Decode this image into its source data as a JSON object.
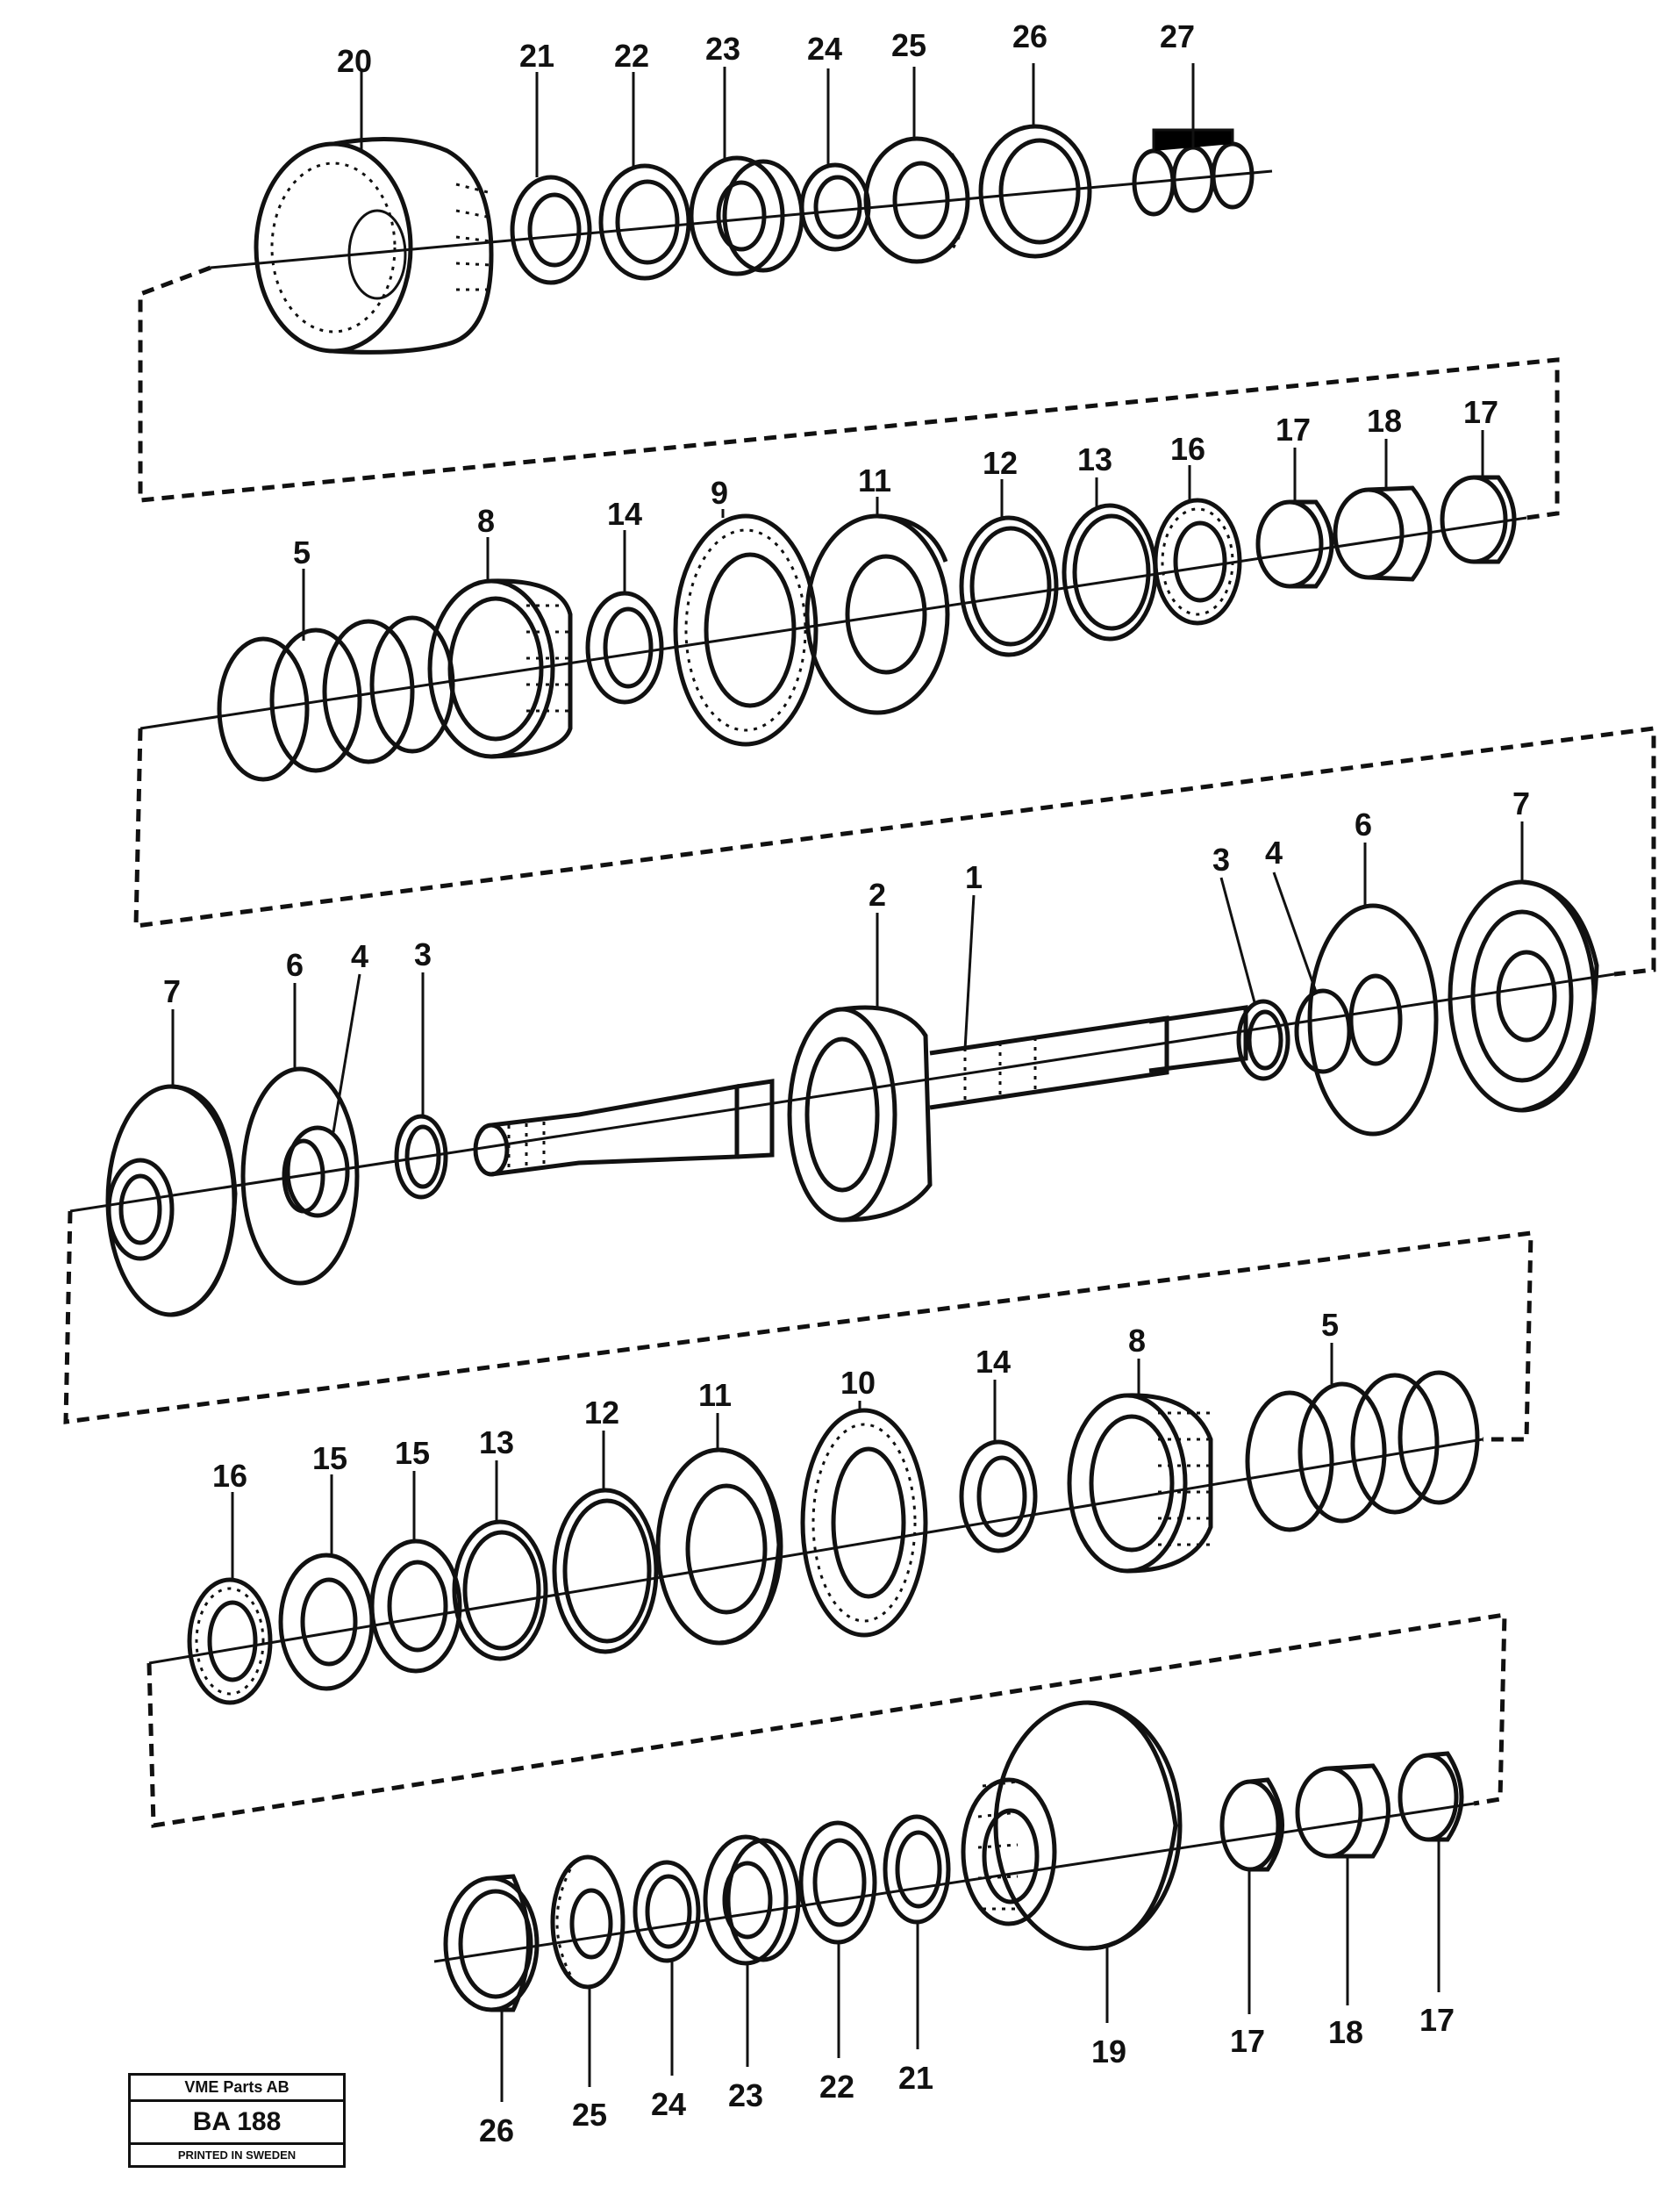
{
  "rows": [
    {
      "id": "row1",
      "labels": [
        "20",
        "21",
        "22",
        "23",
        "24",
        "25",
        "26",
        "27"
      ]
    },
    {
      "id": "row2",
      "labels": [
        "5",
        "8",
        "14",
        "9",
        "11",
        "12",
        "13",
        "16",
        "17",
        "18",
        "17"
      ]
    },
    {
      "id": "row3",
      "labels": [
        "7",
        "6",
        "4",
        "3",
        "2",
        "1",
        "3",
        "4",
        "6",
        "7"
      ]
    },
    {
      "id": "row4",
      "labels": [
        "16",
        "15",
        "15",
        "13",
        "12",
        "11",
        "10",
        "14",
        "8",
        "5"
      ]
    },
    {
      "id": "row5",
      "labels": [
        "26",
        "25",
        "24",
        "23",
        "22",
        "21",
        "19",
        "17",
        "18",
        "17"
      ]
    }
  ],
  "stamp": {
    "company": "VME Parts AB",
    "code": "BA 188",
    "printed": "PRINTED IN SWEDEN"
  }
}
